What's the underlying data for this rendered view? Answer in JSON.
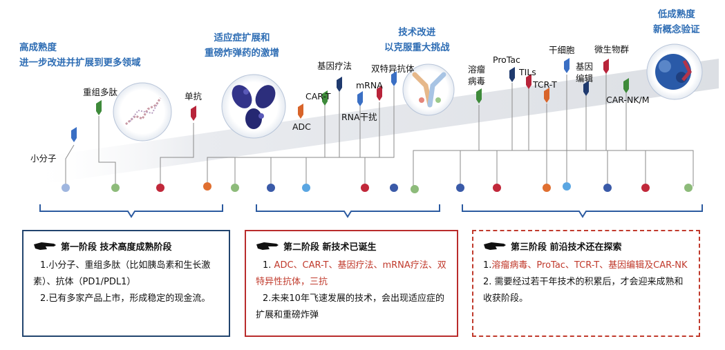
{
  "stages": [
    {
      "headline": [
        "高成熟度",
        "进一步改进并扩展到更多领域"
      ]
    },
    {
      "headline": [
        "适应症扩展和",
        "重磅炸弹药的激增"
      ]
    },
    {
      "headline": [
        "技术改进",
        "以克服重大挑战"
      ]
    },
    {
      "headline": [
        "低成熟度",
        "新概念验证"
      ]
    }
  ],
  "modalities": {
    "small_molecule": "小分子",
    "recombinant_peptide": "重组多肽",
    "monoclonal_antibody": "单抗",
    "adc": "ADC",
    "car_t": "CAR-T",
    "gene_therapy": "基因疗法",
    "rnai": "RNA干扰",
    "mrna": "mRNA",
    "bispecific": "双特异抗体",
    "oncolytic_virus": "溶瘤\n病毒",
    "protac": "ProTac",
    "tils": "TILs",
    "tcr_t": "TCR-T",
    "stem_cell": "干细胞",
    "gene_editing": "基因\n编辑",
    "microbiome": "微生物群",
    "car_nk_m": "CAR-NK/M"
  },
  "colors": {
    "blue": "#3a6fc4",
    "green": "#3e8a3a",
    "red": "#b8243a",
    "orange": "#d8642a",
    "navy": "#1f3a6e",
    "heading": "#2e6db4"
  },
  "panels": [
    {
      "title": "第一阶段 技术高度成熟阶段",
      "line1": "1.小分子、重组多肽（比如胰岛素和生长激素）、抗体（PD1/PDL1）",
      "line2": "2.已有多家产品上市，形成稳定的现金流。"
    },
    {
      "title": "第二阶段 新技术已诞生",
      "line1_num": "1. ",
      "line1_red": "ADC、CAR-T、基因疗法、mRNA疗法、双特异性抗体，三抗",
      "line2": "2.未来10年飞速发展的技术，会出现适应症的扩展和重磅炸弹"
    },
    {
      "title": "第三阶段 前沿技术还在探索",
      "line1_num": "1.",
      "line1_red": "溶瘤病毒、ProTac、TCR-T、基因编辑及CAR-NK",
      "line2": "2. 需要经过若干年技术的积累后，才会迎来成熟和收获阶段。"
    }
  ]
}
